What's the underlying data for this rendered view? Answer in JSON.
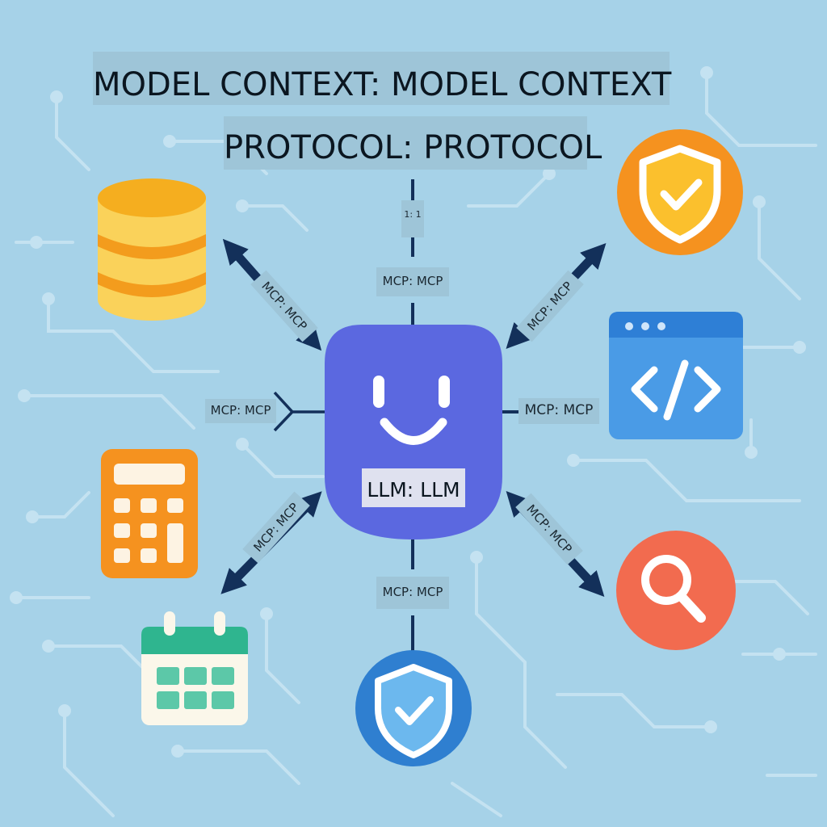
{
  "title": {
    "line1": "MODEL CONTEXT: MODEL CONTEXT",
    "line2": "PROTOCOL: PROTOCOL"
  },
  "center": {
    "label": "LLM: LLM",
    "icon": "robot-face-icon",
    "color": "#5b68e0"
  },
  "top_label": "1: 1",
  "connectors": [
    {
      "id": "top",
      "label": "MCP: MCP"
    },
    {
      "id": "upper-left",
      "label": "MCP: MCP"
    },
    {
      "id": "upper-right",
      "label": "MCP: MCP"
    },
    {
      "id": "left",
      "label": "MCP: MCP"
    },
    {
      "id": "right",
      "label": "MCP: MCP"
    },
    {
      "id": "lower-left",
      "label": "MCP: MCP"
    },
    {
      "id": "lower-right",
      "label": "MCP: MCP"
    },
    {
      "id": "bottom",
      "label": "MCP: MCP"
    }
  ],
  "nodes": [
    {
      "id": "database",
      "icon": "database-icon",
      "color": "#f5b731"
    },
    {
      "id": "security-orange",
      "icon": "shield-check-icon",
      "color": "#f5921f"
    },
    {
      "id": "code-window",
      "icon": "code-window-icon",
      "color": "#3f8fe0"
    },
    {
      "id": "calculator",
      "icon": "calculator-icon",
      "color": "#f5921f"
    },
    {
      "id": "calendar",
      "icon": "calendar-icon",
      "color": "#2fb58f"
    },
    {
      "id": "search",
      "icon": "search-icon",
      "color": "#f26b4f"
    },
    {
      "id": "security-blue",
      "icon": "shield-check-icon",
      "color": "#2f7fd0"
    }
  ],
  "colors": {
    "background": "#a6d2e8",
    "arrow": "#13305a",
    "circuit": "#c4e2f1"
  }
}
